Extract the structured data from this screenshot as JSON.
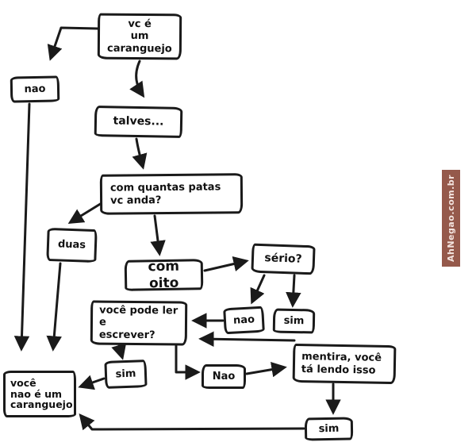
{
  "title": "vc é um caranguejo flowchart",
  "colors": {
    "ink": "#1a1a1a",
    "background": "#ffffff",
    "watermark_bg": "#95594b"
  },
  "watermark": {
    "text": "AhNegao.com.br"
  },
  "diagram": {
    "nodes": [
      {
        "id": "start",
        "label": "vc é\num\ncaranguejo"
      },
      {
        "id": "nao-top",
        "label": "nao"
      },
      {
        "id": "talves",
        "label": "talves..."
      },
      {
        "id": "patas",
        "label": "com quantas patas\nvc anda?"
      },
      {
        "id": "duas",
        "label": "duas"
      },
      {
        "id": "com-oito",
        "label": "com oito"
      },
      {
        "id": "serio",
        "label": "sério?"
      },
      {
        "id": "nao-mid",
        "label": "nao"
      },
      {
        "id": "sim-mid",
        "label": "sim"
      },
      {
        "id": "ler-escrever",
        "label": "você pode ler e\nescrever?"
      },
      {
        "id": "sim-lower",
        "label": "sim"
      },
      {
        "id": "nao-lower",
        "label": "Nao"
      },
      {
        "id": "mentira",
        "label": "mentira, você\ntá lendo isso"
      },
      {
        "id": "not-crab",
        "label": "você\nnao é um\ncaranguejo"
      },
      {
        "id": "sim-bottom",
        "label": "sim"
      }
    ],
    "edges": [
      {
        "from": "start",
        "to": "nao-top"
      },
      {
        "from": "start",
        "to": "talves"
      },
      {
        "from": "talves",
        "to": "patas"
      },
      {
        "from": "patas",
        "to": "duas"
      },
      {
        "from": "patas",
        "to": "com-oito"
      },
      {
        "from": "com-oito",
        "to": "serio"
      },
      {
        "from": "serio",
        "to": "nao-mid"
      },
      {
        "from": "serio",
        "to": "sim-mid"
      },
      {
        "from": "nao-mid",
        "to": "ler-escrever"
      },
      {
        "from": "sim-mid",
        "to": "ler-escrever"
      },
      {
        "from": "ler-escrever",
        "to": "sim-lower"
      },
      {
        "from": "ler-escrever",
        "to": "nao-lower"
      },
      {
        "from": "nao-lower",
        "to": "mentira"
      },
      {
        "from": "mentira",
        "to": "sim-bottom"
      },
      {
        "from": "sim-lower",
        "to": "not-crab"
      },
      {
        "from": "sim-bottom",
        "to": "not-crab"
      },
      {
        "from": "nao-top",
        "to": "not-crab"
      },
      {
        "from": "duas",
        "to": "not-crab"
      }
    ]
  }
}
